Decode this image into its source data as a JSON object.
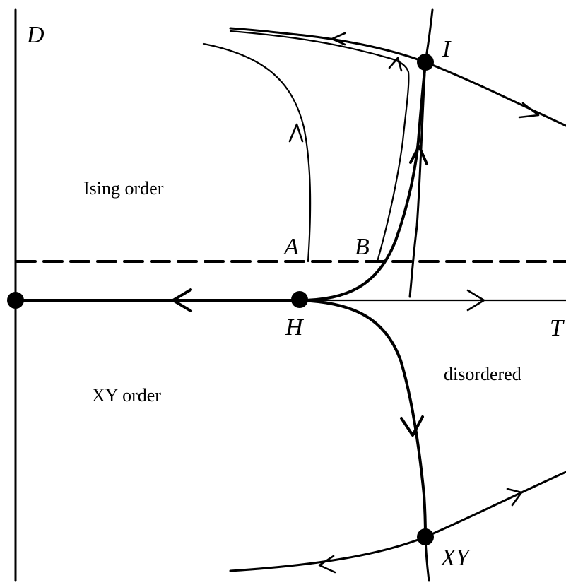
{
  "axes": {
    "vertical_label": "D",
    "horizontal_label": "T"
  },
  "fixed_points": {
    "ising": "I",
    "hybrid": "H",
    "xy": "XY"
  },
  "points": {
    "a": "A",
    "b": "B"
  },
  "regions": {
    "ising_order": "Ising order",
    "xy_order": "XY order",
    "disordered": "disordered"
  }
}
